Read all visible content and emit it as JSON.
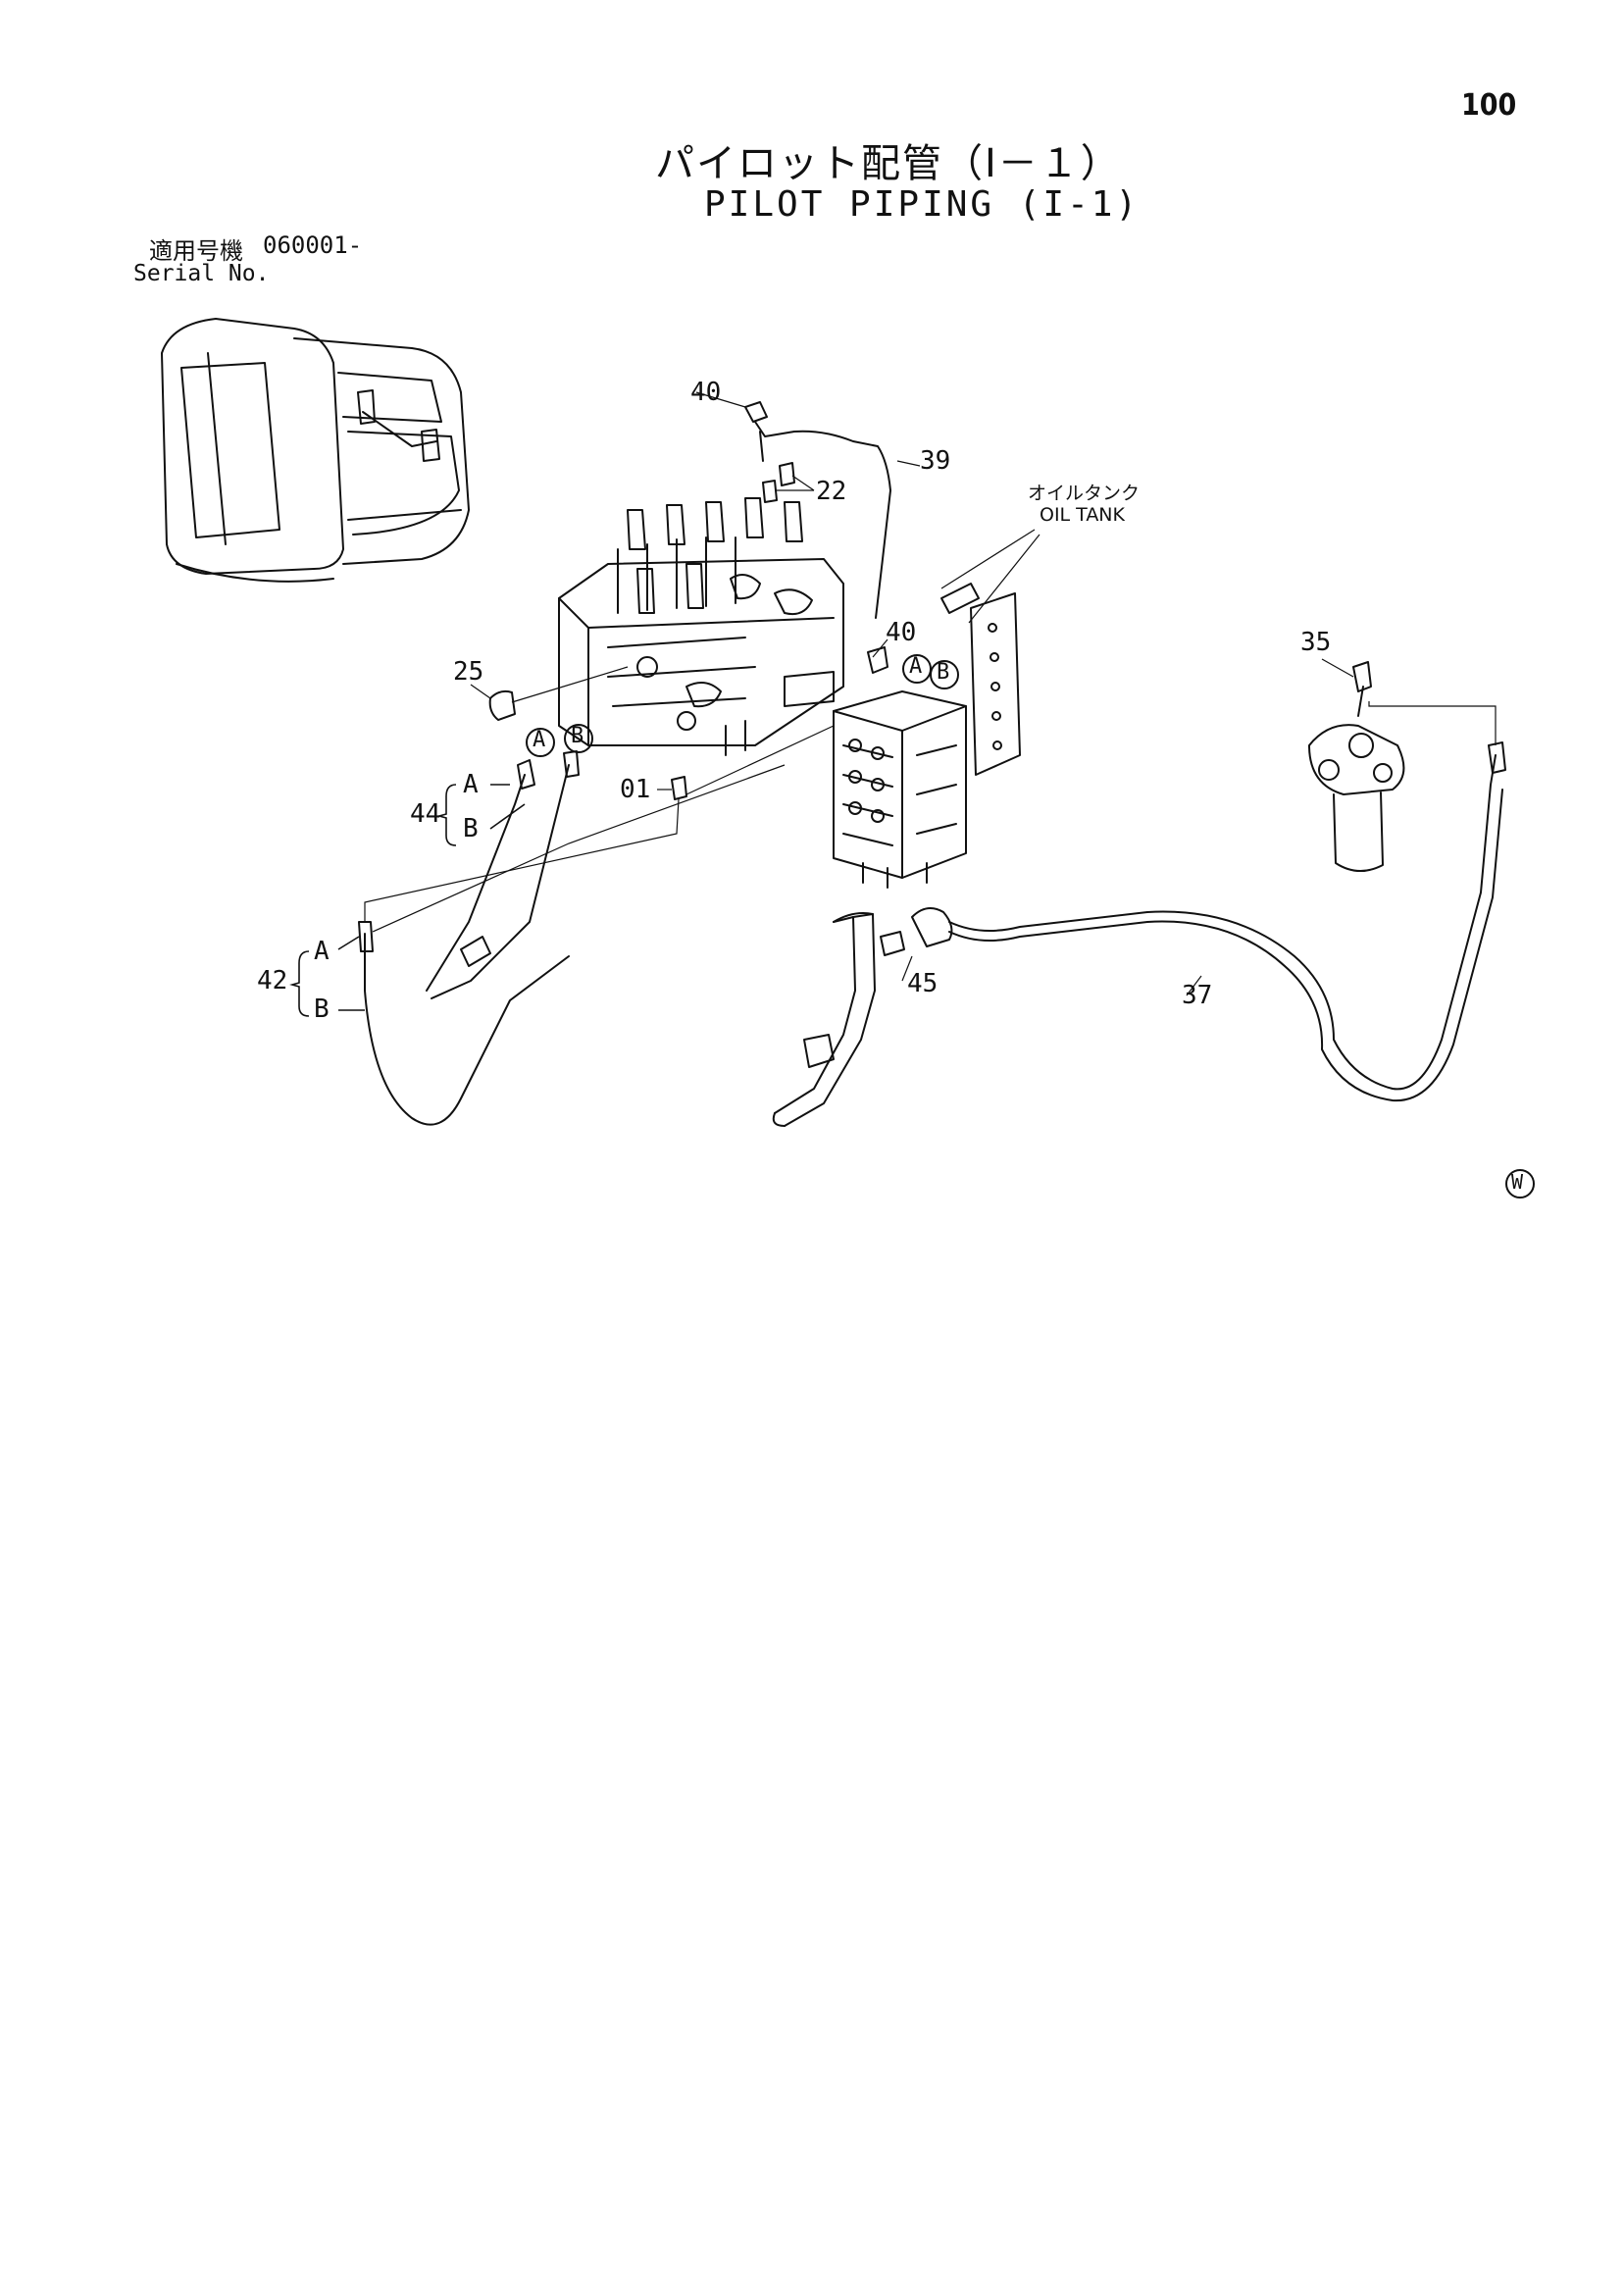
{
  "page": {
    "number": "100",
    "title_jp": "パイロット配管（Ⅰ－１）",
    "title_en": "PILOT PIPING (I-1)",
    "serial_label_jp": "適用号機",
    "serial_value": "060001-",
    "serial_label_en": "Serial No.",
    "mark": "W"
  },
  "labels": {
    "oil_tank_jp": "オイルタンク",
    "oil_tank_en": "OIL TANK",
    "circle_a": "A",
    "circle_b": "B"
  },
  "callouts": {
    "p40_top": "40",
    "p39": "39",
    "p22": "22",
    "p40_mid": "40",
    "p25": "25",
    "p01": "01",
    "p44": "44",
    "p44_a": "A",
    "p44_b": "B",
    "p42": "42",
    "p42_a": "A",
    "p42_b": "B",
    "p35": "35",
    "p45": "45",
    "p37": "37"
  }
}
